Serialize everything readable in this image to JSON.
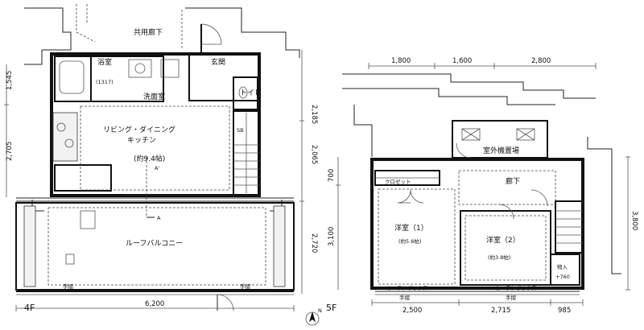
{
  "floor4": {
    "label": "4F",
    "corridor": "共用廊下",
    "bath": "浴室",
    "bath_size": "(1317)",
    "washroom": "洗面室",
    "entrance": "玄関",
    "toilet": "トイレ",
    "shoe_box": "SB",
    "ldk_line1": "リビング・ダイニング",
    "ldk_line2": "キッチン",
    "ldk_size": "(約9.4帖)",
    "roof_balcony": "ルーフバルコニー",
    "section_a": "A",
    "section_a2": "A'",
    "handrail": "手摺",
    "dim_bottom": "6,200",
    "dim_left": [
      "1,545",
      "2,705"
    ],
    "dim_right": [
      "2,185",
      "2,065",
      "2,720"
    ]
  },
  "floor5": {
    "label": "5F",
    "outdoor_unit": "室外機置場",
    "closet": "クロゼット",
    "hall": "廊下",
    "western1": "洋室（1）",
    "western1_size": "(約5.6帖)",
    "western2": "洋室（2）",
    "western2_size": "(約3.8帖)",
    "storage": "物入",
    "storage_sub": "+760",
    "curtain_box": "カーテンボックス",
    "handrail": "手摺",
    "dim_top": [
      "1,800",
      "1,600",
      "2,800"
    ],
    "dim_bottom": [
      "2,500",
      "2,715",
      "985"
    ],
    "dim_left": [
      "700",
      "3,100"
    ],
    "dim_right": "3,800"
  },
  "compass": "N"
}
